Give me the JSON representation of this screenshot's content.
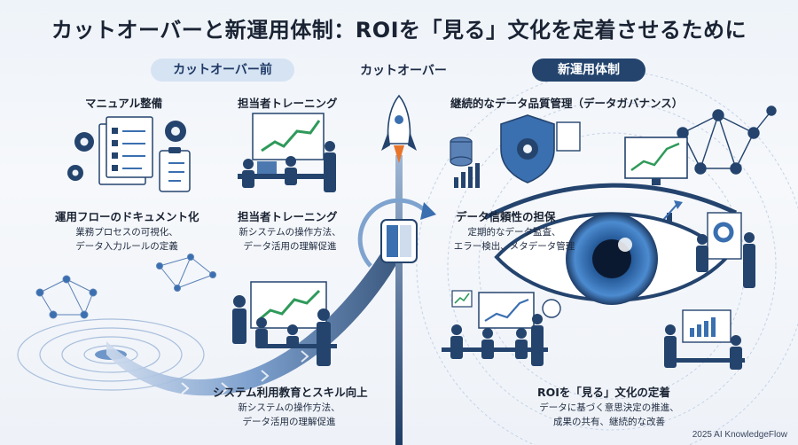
{
  "title": "カットオーバーと新運用体制：ROIを「見る」文化を定着させるために",
  "phases": {
    "before": "カットオーバー前",
    "center": "カットオーバー",
    "after": "新運用体制"
  },
  "sections": {
    "manual": {
      "heading": "マニュアル整備"
    },
    "training_top": {
      "heading": "担当者トレーニング"
    },
    "workflow_doc": {
      "heading": "運用フローのドキュメント化",
      "desc1": "業務プロセスの可視化、",
      "desc2": "データ入力ルールの定義"
    },
    "training": {
      "heading": "担当者トレーニング",
      "desc1": "新システムの操作方法、",
      "desc2": "データ活用の理解促進"
    },
    "education": {
      "heading": "システム利用教育とスキル向上",
      "desc1": "新システムの操作方法、",
      "desc2": "データ活用の理解促進"
    },
    "governance": {
      "heading": "継続的なデータ品質管理（データガバナンス）"
    },
    "reliability": {
      "heading": "データ信頼性の担保",
      "desc1": "定期的なデータ監査、",
      "desc2": "エラー検出、メタデータ管理"
    },
    "roi_culture": {
      "heading": "ROIを「見る」文化の定着",
      "desc1": "データに基づく意思決定の推進、",
      "desc2": "成果の共有、継続的な改善"
    }
  },
  "credit": "2025 AI KnowledgeFlow",
  "colors": {
    "navy": "#24446e",
    "blue": "#3a6fb0",
    "light_blue": "#d6e3f3",
    "accent_green": "#2f9a5a",
    "flame": "#e8742a"
  },
  "icons": [
    "gear-icon",
    "document-icon",
    "checklist-icon",
    "clipboard-icon",
    "rocket-icon",
    "eye-icon",
    "shield-icon",
    "database-icon",
    "network-icon",
    "chart-icon",
    "people-icon"
  ]
}
